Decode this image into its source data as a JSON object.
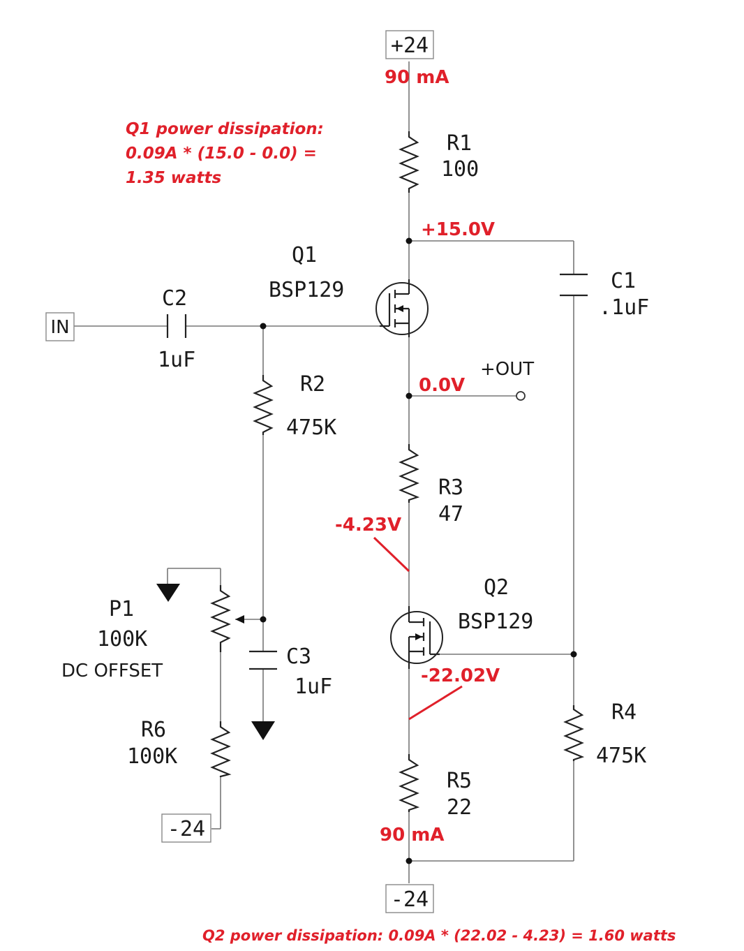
{
  "rails": {
    "top": "+24",
    "bottom": "-24",
    "r6_supply": "-24",
    "input": "IN"
  },
  "currents": {
    "top": "90 mA",
    "bottom": "90 mA"
  },
  "voltages": {
    "node_r1_q1": "+15.0V",
    "output": "0.0V",
    "r3_q2": "-4.23V",
    "q2_r5": "-22.02V"
  },
  "output_label": "+OUT",
  "notes": {
    "q1_line1": "Q1 power dissipation:",
    "q1_line2": "0.09A * (15.0 - 0.0) =",
    "q1_line3": "1.35 watts",
    "q2": "Q2 power dissipation:  0.09A * (22.02 - 4.23) = 1.60 watts"
  },
  "components": {
    "r1": {
      "name": "R1",
      "value": "100"
    },
    "r2": {
      "name": "R2",
      "value": "475K"
    },
    "r3": {
      "name": "R3",
      "value": "47"
    },
    "r4": {
      "name": "R4",
      "value": "475K"
    },
    "r5": {
      "name": "R5",
      "value": "22"
    },
    "r6": {
      "name": "R6",
      "value": "100K"
    },
    "c1": {
      "name": "C1",
      "value": ".1uF"
    },
    "c2": {
      "name": "C2",
      "value": "1uF"
    },
    "c3": {
      "name": "C3",
      "value": "1uF"
    },
    "q1": {
      "name": "Q1",
      "part": "BSP129"
    },
    "q2": {
      "name": "Q2",
      "part": "BSP129"
    },
    "p1": {
      "name": "P1",
      "value": "100K",
      "function": "DC OFFSET"
    }
  }
}
